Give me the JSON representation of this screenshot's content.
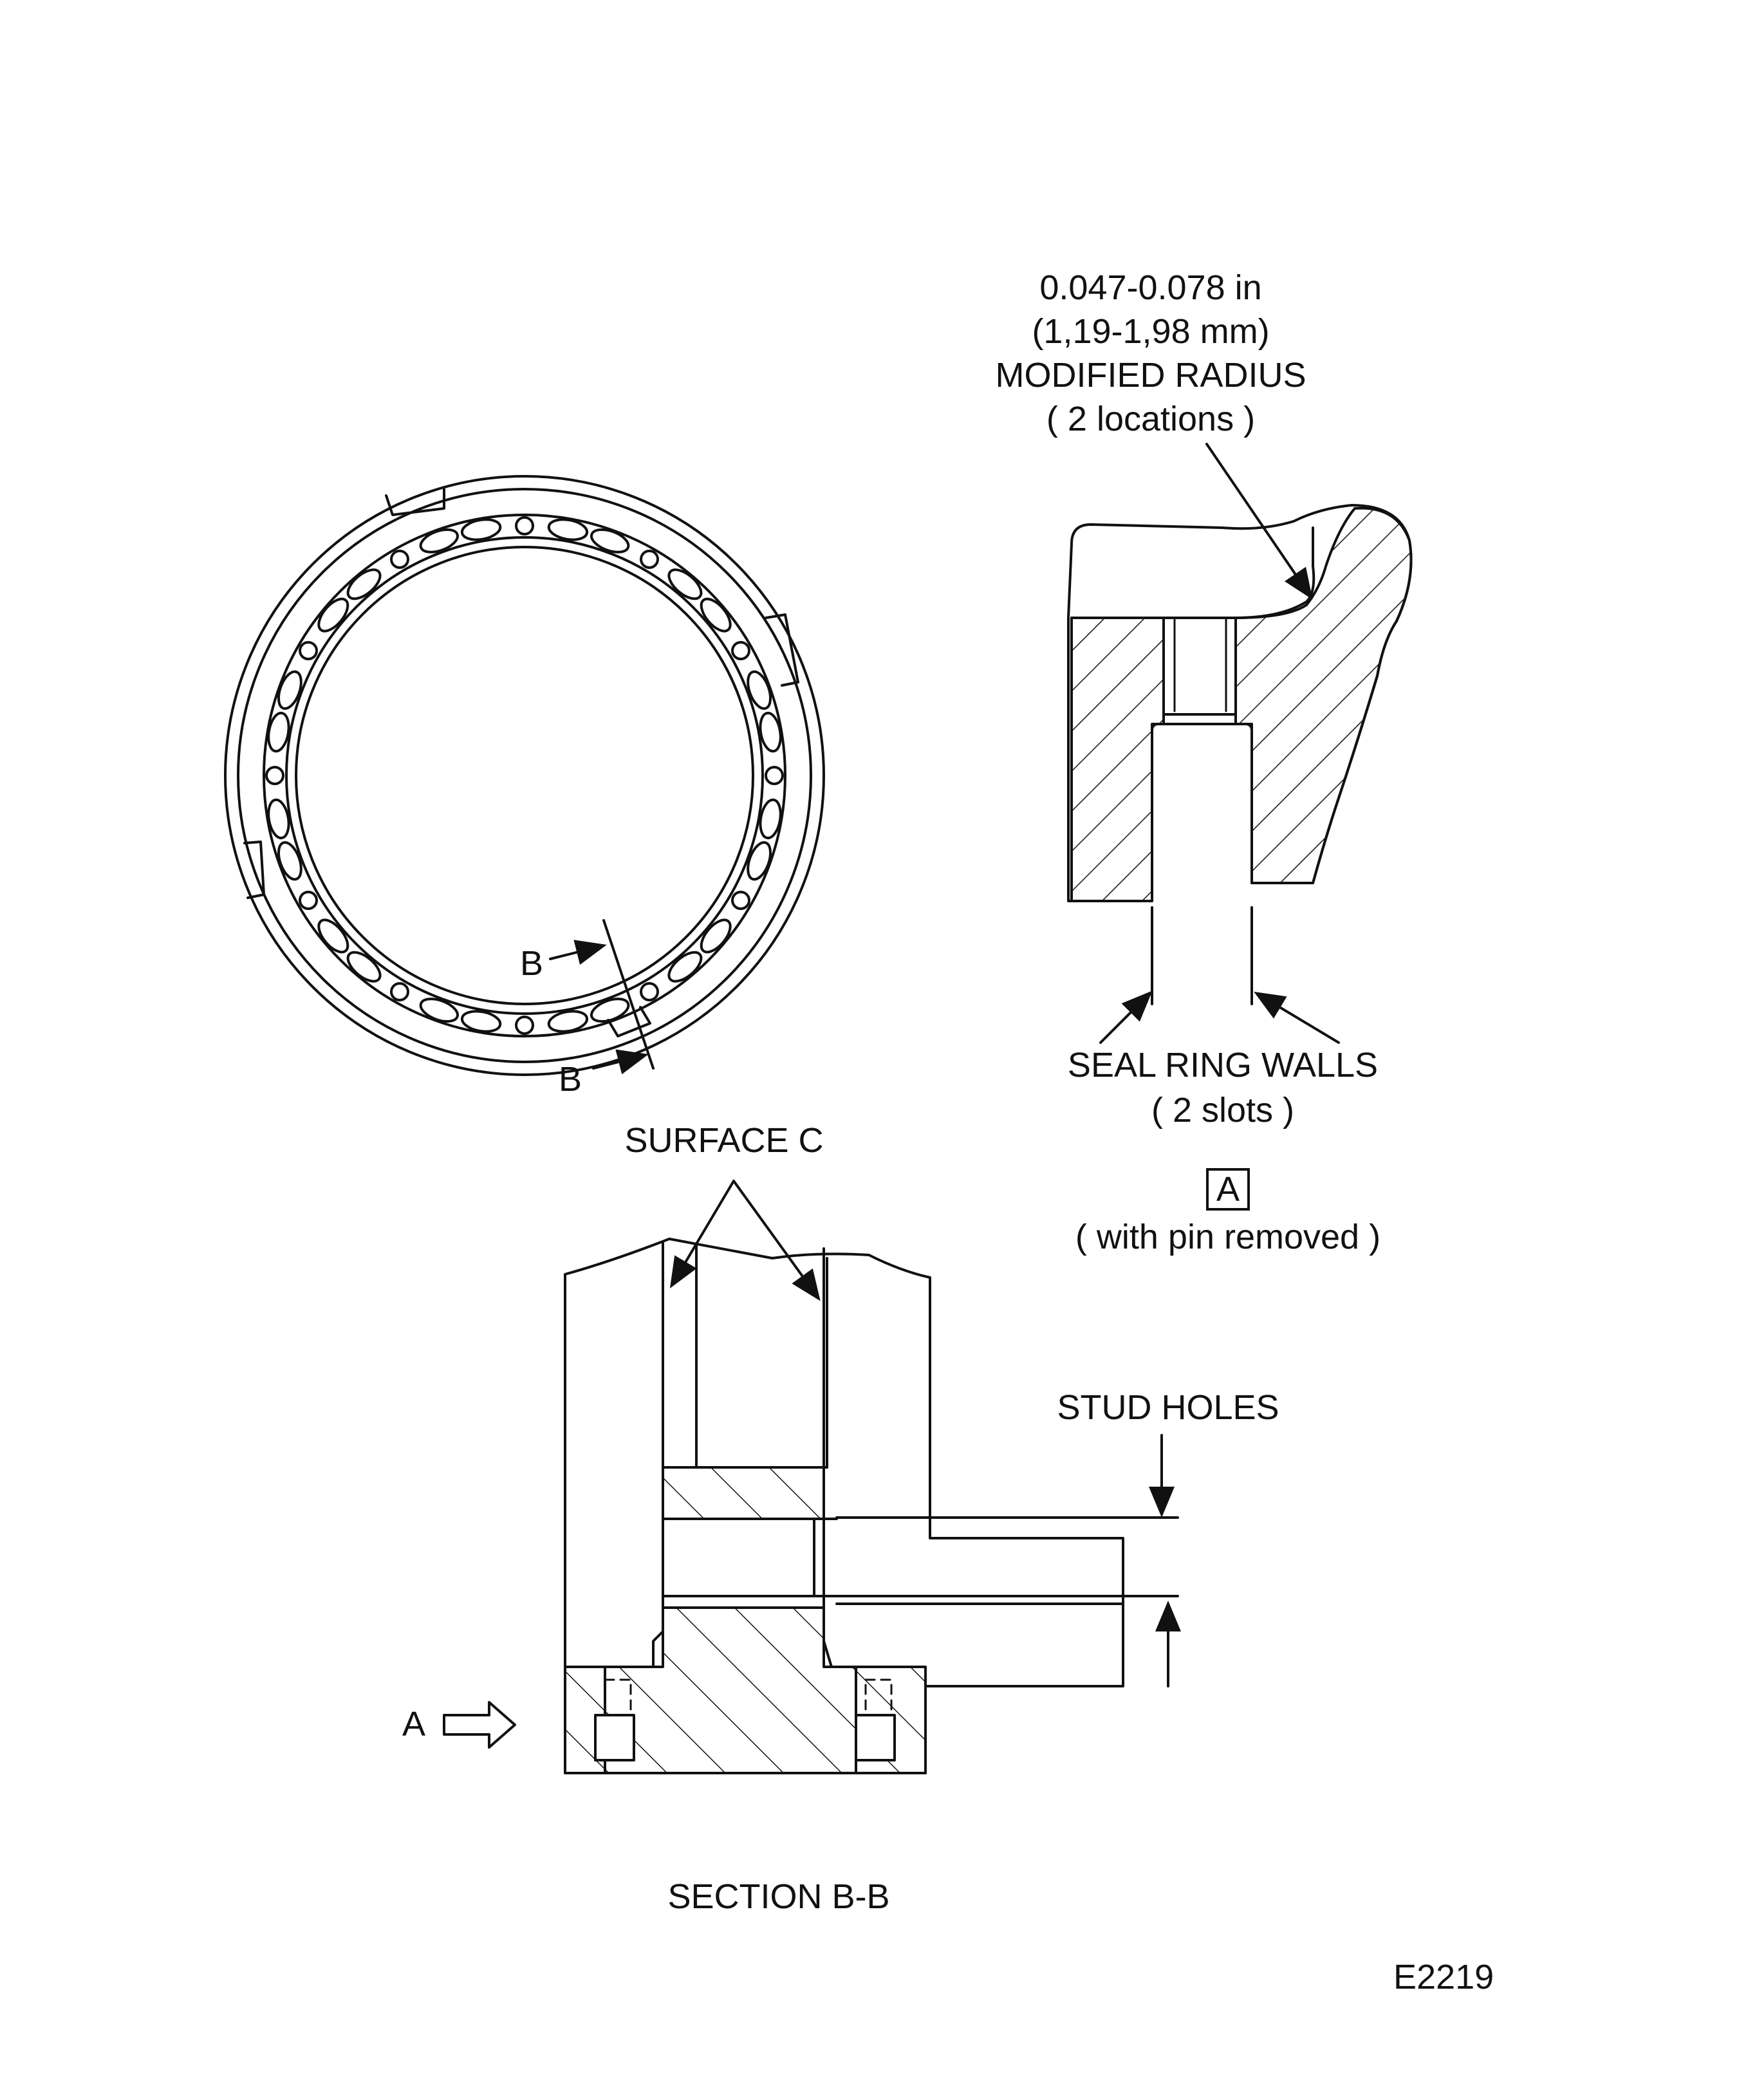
{
  "labels": {
    "dimension": "0.047-0.078 in",
    "dimension_mm": "(1,19-1,98 mm)",
    "modified_radius": "MODIFIED RADIUS",
    "radius_locations": "( 2 locations )",
    "section_mark_upper": "B",
    "section_mark_lower": "B",
    "seal_ring_walls": "SEAL RING WALLS",
    "seal_ring_slots": "( 2 slots )",
    "view_a": "A",
    "view_a_note": "( with pin removed )",
    "surface_c": "SURFACE C",
    "stud_holes": "STUD HOLES",
    "view_arrow_label": "A",
    "section_title": "SECTION B-B",
    "figure_id": "E2219"
  },
  "colors": {
    "ink": "#111111",
    "paper": "#ffffff"
  }
}
